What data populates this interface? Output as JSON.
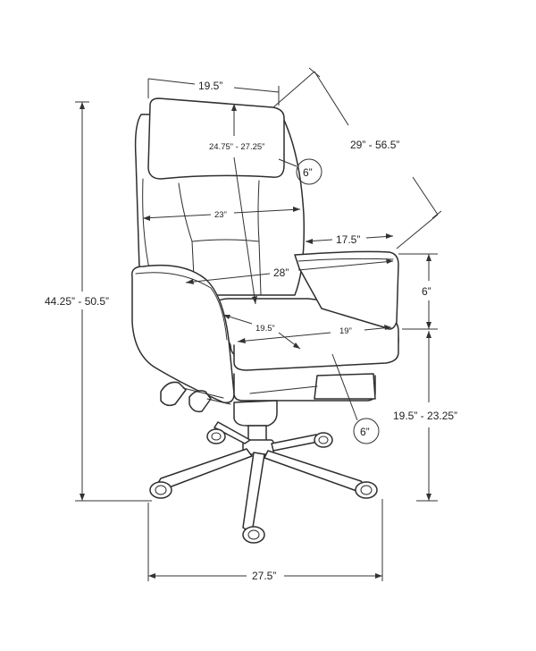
{
  "diagram": {
    "dimensions": {
      "headrest_width": "19.5”",
      "overall_depth": "29” - 56.5”",
      "overall_height": "44.25” - 50.5”",
      "back_height": "24.75” - 27.25”",
      "headrest_cushion": "6”",
      "back_width": "23”",
      "arm_depth": "17.5”",
      "overall_width": "28”",
      "arm_height": "6”",
      "seat_depth": "19.5”",
      "seat_width": "19”",
      "seat_cushion": "6”",
      "seat_height": "19.5” - 23.25”",
      "base_width": "27.5”"
    },
    "colors": {
      "line": "#2e2e2e",
      "background": "#ffffff"
    }
  }
}
